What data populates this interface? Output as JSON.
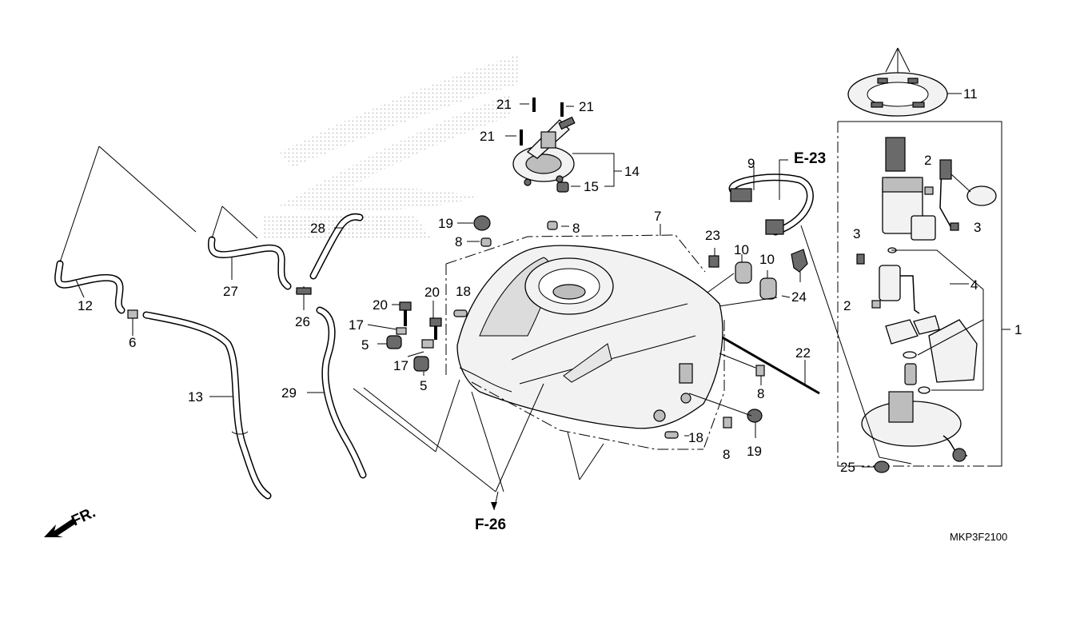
{
  "diagram": {
    "code": "MKP3F2100",
    "watermark_icon": "honda-wing-logo-icon",
    "direction_label": "FR.",
    "references": [
      "E-23",
      "F-26"
    ],
    "callouts": {
      "c1": "1",
      "c2a": "2",
      "c2b": "2",
      "c3a": "3",
      "c3b": "3",
      "c4": "4",
      "c5a": "5",
      "c5b": "5",
      "c6": "6",
      "c7": "7",
      "c8a": "8",
      "c8b": "8",
      "c8c": "8",
      "c8d": "8",
      "c9": "9",
      "c10a": "10",
      "c10b": "10",
      "c11": "11",
      "c12": "12",
      "c13": "13",
      "c14": "14",
      "c15": "15",
      "c17a": "17",
      "c17b": "17",
      "c18a": "18",
      "c18b": "18",
      "c19a": "19",
      "c19b": "19",
      "c20a": "20",
      "c20b": "20",
      "c21a": "21",
      "c21b": "21",
      "c21c": "21",
      "c22": "22",
      "c23": "23",
      "c24": "24",
      "c25": "25",
      "c26": "26",
      "c27": "27",
      "c28": "28",
      "c29": "29"
    }
  }
}
